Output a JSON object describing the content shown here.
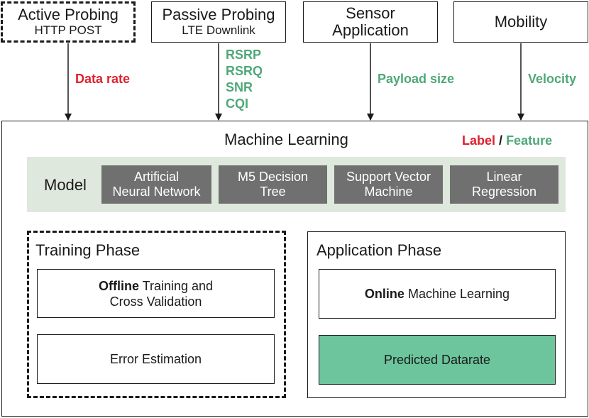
{
  "inputs": {
    "active": {
      "title": "Active Probing",
      "sub": "HTTP POST"
    },
    "passive": {
      "title": "Passive Probing",
      "sub": "LTE Downlink"
    },
    "sensor": {
      "line1": "Sensor",
      "line2": "Application"
    },
    "mobility": {
      "title": "Mobility"
    }
  },
  "arrow_labels": {
    "data_rate": "Data rate",
    "passive_features": [
      "RSRP",
      "RSRQ",
      "SNR",
      "CQI"
    ],
    "payload": "Payload size",
    "velocity": "Velocity"
  },
  "ml": {
    "title": "Machine Learning",
    "legend_label": "Label",
    "legend_sep": "/",
    "legend_feature": "Feature",
    "model_label": "Model",
    "models": [
      {
        "line1": "Artificial",
        "line2": "Neural Network"
      },
      {
        "line1": "M5 Decision",
        "line2": "Tree"
      },
      {
        "line1": "Support Vector",
        "line2": "Machine"
      },
      {
        "line1": "Linear",
        "line2": "Regression"
      }
    ]
  },
  "training": {
    "title": "Training Phase",
    "offline_bold": "Offline",
    "offline_rest": "Training and",
    "offline_line2": "Cross Validation",
    "error": "Error Estimation"
  },
  "application": {
    "title": "Application Phase",
    "online_bold": "Online",
    "online_rest": "Machine Learning",
    "predicted": "Predicted Datarate"
  },
  "colors": {
    "label": "#e0202e",
    "feature": "#4fa878",
    "model_bg": "#707070",
    "model_band": "#dfe8dc",
    "predicted_fill": "#6cc59c"
  }
}
